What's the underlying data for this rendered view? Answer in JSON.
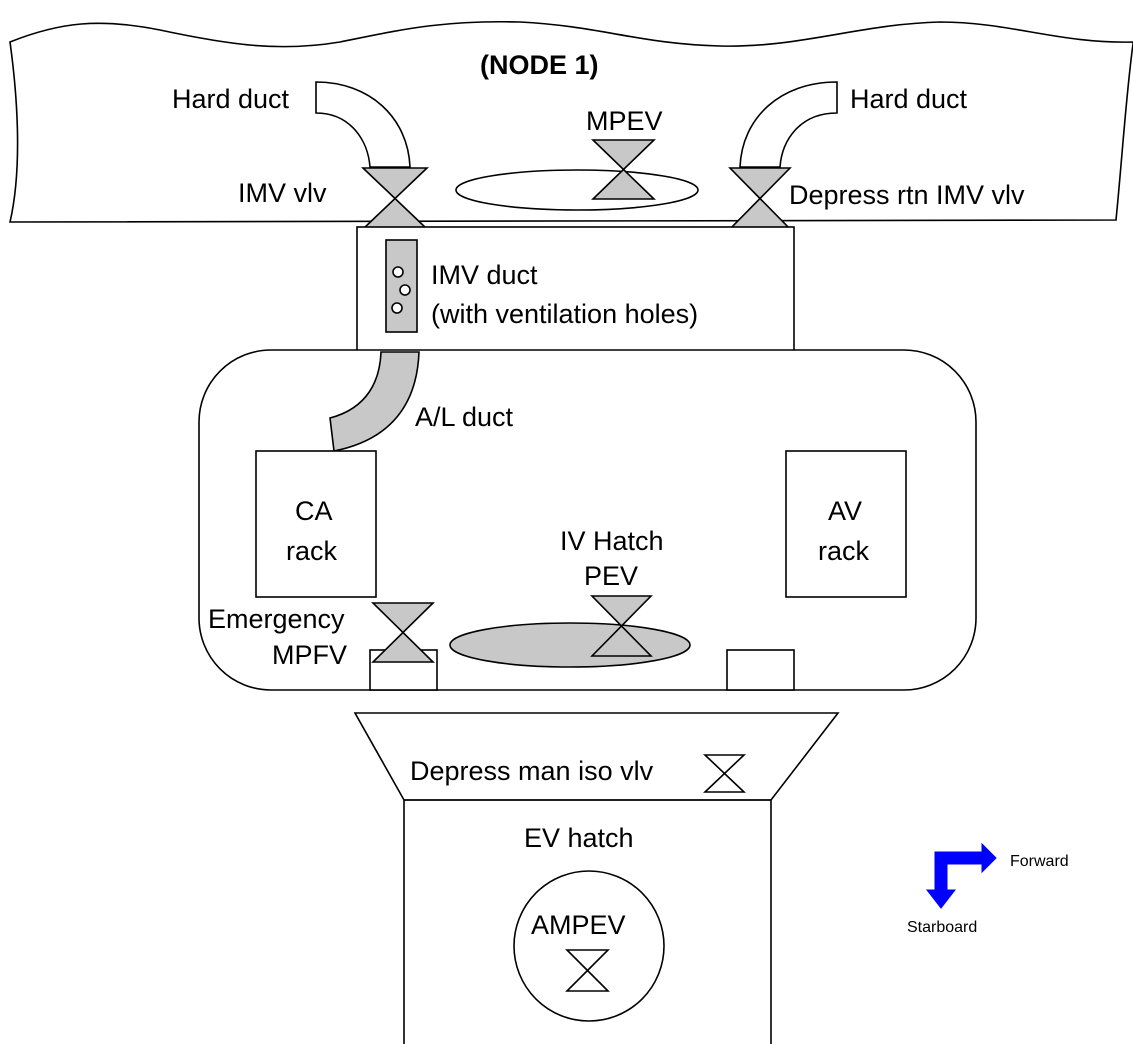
{
  "node": {
    "title": "(NODE 1)"
  },
  "labels": {
    "hard_duct_left": "Hard duct",
    "hard_duct_right": "Hard duct",
    "mpev": "MPEV",
    "imv_vlv": "IMV vlv",
    "depress_rtn": "Depress rtn IMV vlv",
    "imv_duct_line1": "IMV duct",
    "imv_duct_line2": "(with ventilation holes)",
    "al_duct": "A/L duct",
    "ca_rack_line1": "CA",
    "ca_rack_line2": "rack",
    "av_rack_line1": "AV",
    "av_rack_line2": "rack",
    "iv_hatch_line1": "IV Hatch",
    "iv_hatch_line2": "PEV",
    "emergency_line1": "Emergency",
    "emergency_line2": "MPFV",
    "depress_man_iso": "Depress man iso vlv",
    "ev_hatch": "EV hatch",
    "ampev": "AMPEV",
    "forward": "Forward",
    "starboard": "Starboard"
  },
  "colors": {
    "valve_fill": "#c8c8c8",
    "duct_fill": "#c8c8c8",
    "arrow": "#0000ff",
    "line": "#000000"
  }
}
